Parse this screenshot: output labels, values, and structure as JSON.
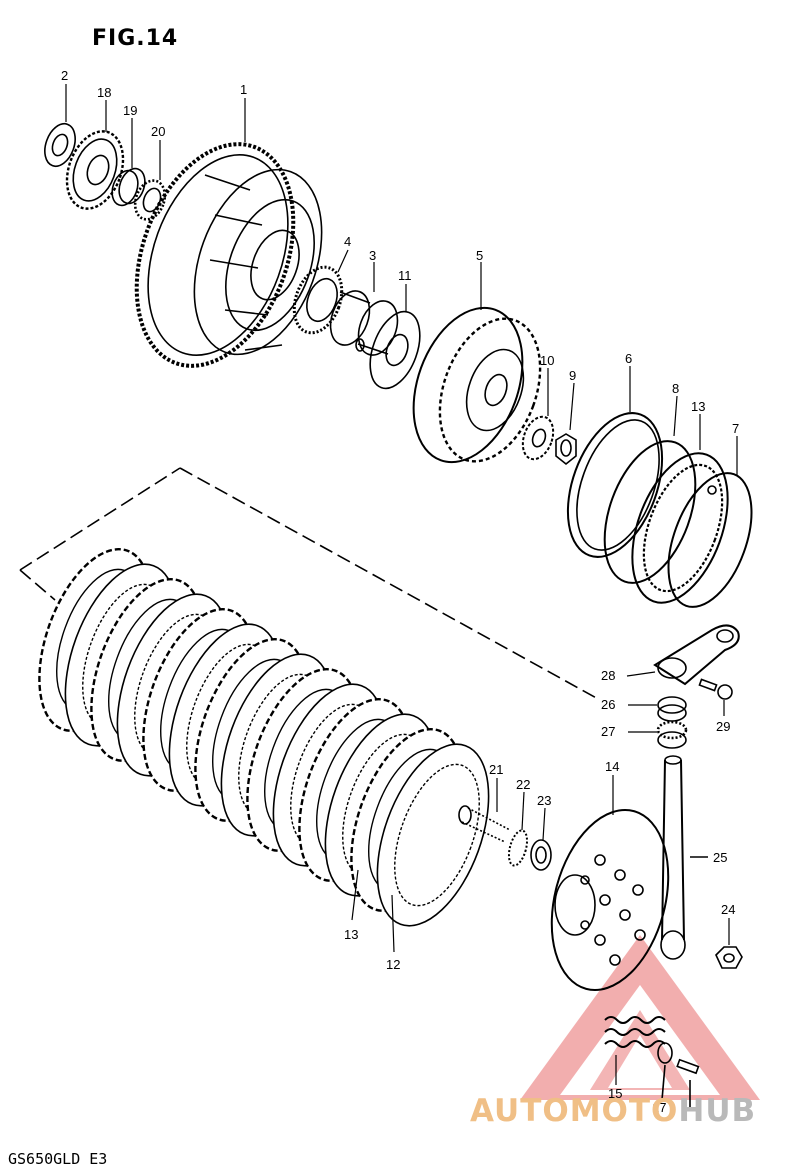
{
  "figure": {
    "title": "FIG.14",
    "model_code": "GS650GLD E3"
  },
  "watermark": {
    "text_primary": "AUTOMOTO",
    "text_secondary": "HUB",
    "primary_color": "#f0bf86",
    "secondary_color": "#b9b9b9",
    "logo_color": "#e03a3a"
  },
  "callouts": [
    {
      "id": "c1",
      "label": "1"
    },
    {
      "id": "c2",
      "label": "2"
    },
    {
      "id": "c18",
      "label": "18"
    },
    {
      "id": "c19",
      "label": "19"
    },
    {
      "id": "c20",
      "label": "20"
    },
    {
      "id": "c4",
      "label": "4"
    },
    {
      "id": "c3",
      "label": "3"
    },
    {
      "id": "c11",
      "label": "11"
    },
    {
      "id": "c5",
      "label": "5"
    },
    {
      "id": "c10",
      "label": "10"
    },
    {
      "id": "c9",
      "label": "9"
    },
    {
      "id": "c6",
      "label": "6"
    },
    {
      "id": "c8",
      "label": "8"
    },
    {
      "id": "c13a",
      "label": "13"
    },
    {
      "id": "c7",
      "label": "7"
    },
    {
      "id": "c28",
      "label": "28"
    },
    {
      "id": "c26",
      "label": "26"
    },
    {
      "id": "c27",
      "label": "27"
    },
    {
      "id": "c29",
      "label": "29"
    },
    {
      "id": "c14",
      "label": "14"
    },
    {
      "id": "c21",
      "label": "21"
    },
    {
      "id": "c22",
      "label": "22"
    },
    {
      "id": "c23",
      "label": "23"
    },
    {
      "id": "c25",
      "label": "25"
    },
    {
      "id": "c24",
      "label": "24"
    },
    {
      "id": "c13b",
      "label": "13"
    },
    {
      "id": "c12",
      "label": "12"
    },
    {
      "id": "c15",
      "label": "15"
    },
    {
      "id": "c17",
      "label": "17"
    }
  ]
}
